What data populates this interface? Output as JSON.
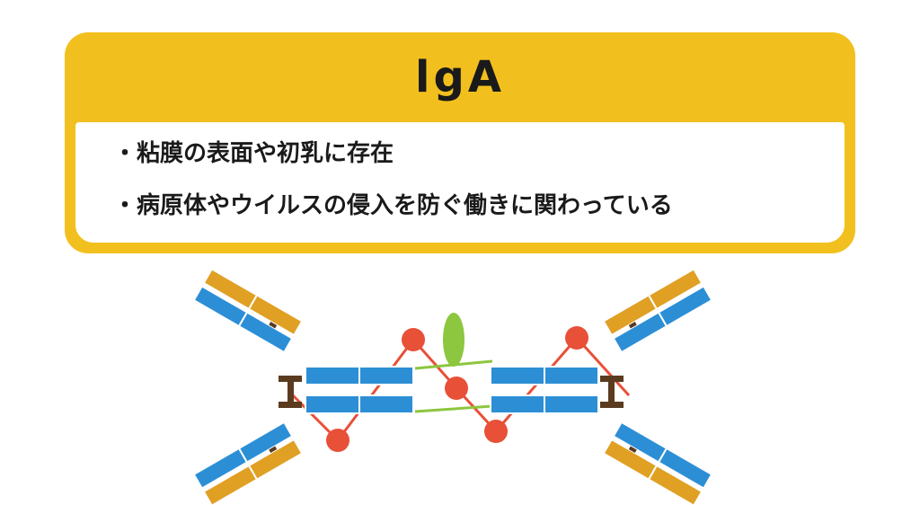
{
  "card": {
    "title": "lgA",
    "bullets": [
      "・粘膜の表面や初乳に存在",
      "・病原体やウイルスの侵入を防ぐ働きに関わっている"
    ]
  },
  "colors": {
    "card_bg": "#f2c01e",
    "heavy_chain": "#2c8fd6",
    "light_chain": "#e0a024",
    "j_chain": "#e85038",
    "secretory_component": "#8dc63f",
    "hinge": "#5a3b20"
  }
}
